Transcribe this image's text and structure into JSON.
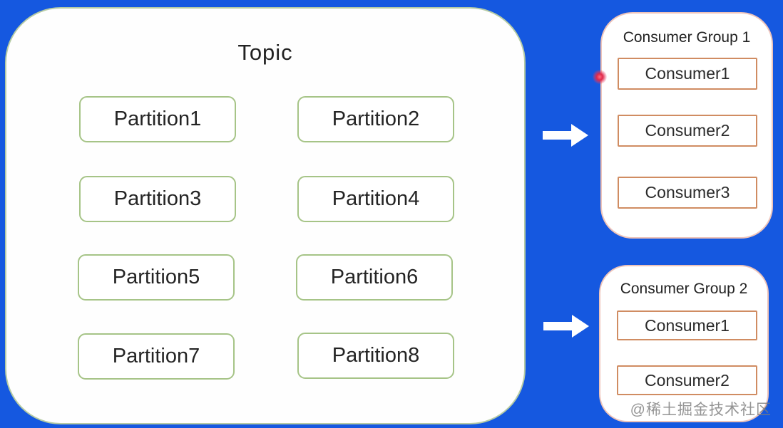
{
  "diagram": {
    "topic": {
      "title": "Topic",
      "partitions": [
        "Partition1",
        "Partition2",
        "Partition3",
        "Partition4",
        "Partition5",
        "Partition6",
        "Partition7",
        "Partition8"
      ]
    },
    "consumer_groups": [
      {
        "title": "Consumer Group 1",
        "consumers": [
          "Consumer1",
          "Consumer2",
          "Consumer3"
        ]
      },
      {
        "title": "Consumer Group 2",
        "consumers": [
          "Consumer1",
          "Consumer2"
        ]
      }
    ],
    "watermark": "@稀土掘金技术社区",
    "colors": {
      "background": "#1558e0",
      "topic_fill": "#fefefe",
      "topic_border": "#b5cba4",
      "partition_border": "#a6c487",
      "group_border": "#eec4ba",
      "consumer_border": "#d08c62",
      "arrow": "#ffffff",
      "pointer_dot": "#e0294a",
      "text": "#222222",
      "watermark_text": "#7d7d7d"
    }
  }
}
